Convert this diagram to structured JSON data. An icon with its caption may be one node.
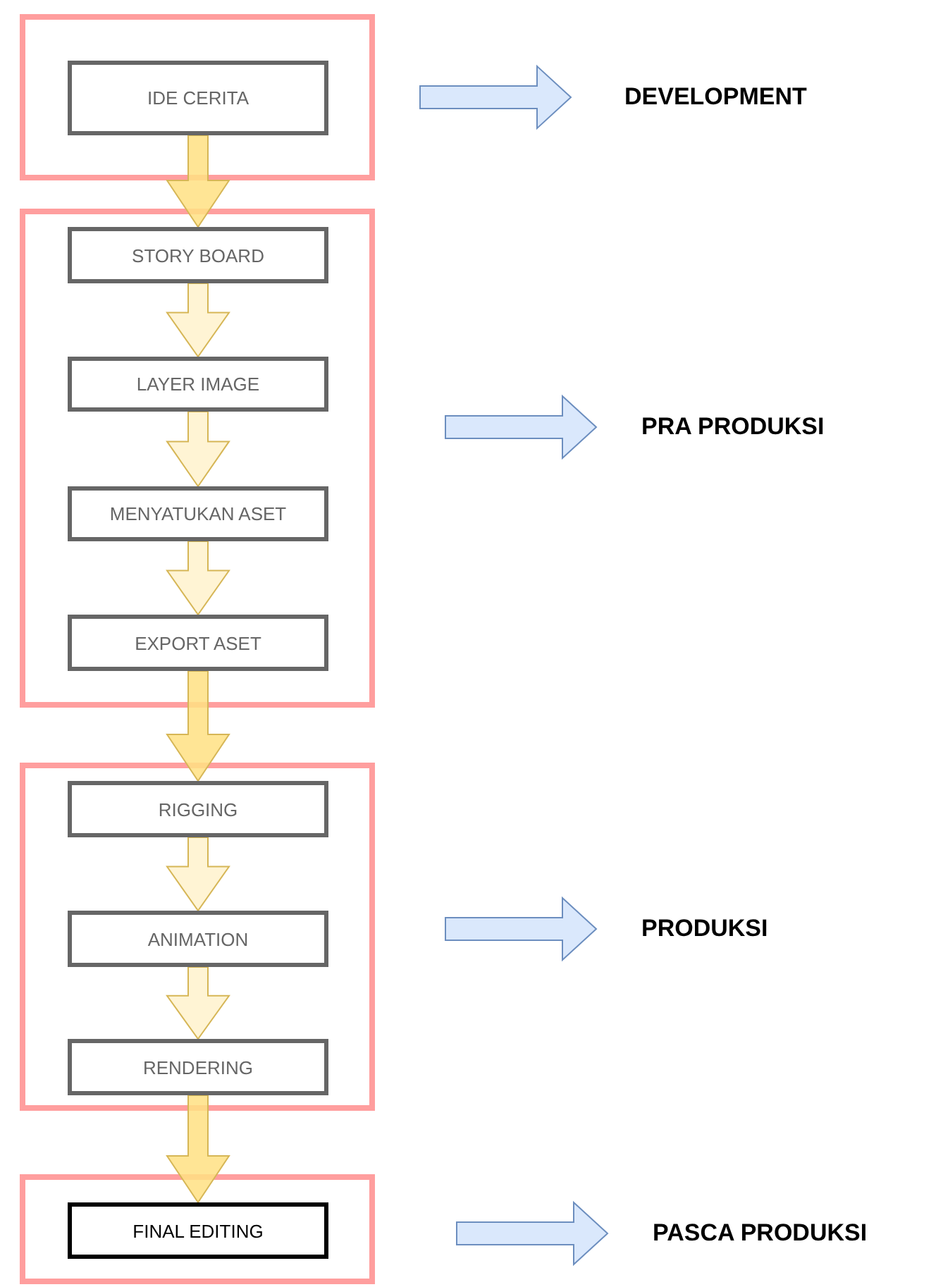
{
  "diagram": {
    "nodes": [
      {
        "text": [],
        "shape": "box"
      },
      {
        "text": [
          "IDE CERITA"
        ],
        "in": 0
      },
      {
        "text": [],
        "shape": "box"
      },
      {
        "text": [
          "STORY BOARD"
        ],
        "in": 2
      },
      {
        "text": [
          "LAYER IMAGE"
        ],
        "in": 2
      },
      {
        "text": [
          "MENYATUKAN ASET"
        ],
        "in": 2
      },
      {
        "text": [
          "EXPORT ASET"
        ],
        "in": 2
      },
      {
        "text": [],
        "shape": "box"
      },
      {
        "text": [
          "RIGGING"
        ],
        "in": 7
      },
      {
        "text": [
          "ANIMATION"
        ],
        "in": 7
      },
      {
        "text": [
          "RENDERING"
        ],
        "in": 7
      },
      {
        "text": [],
        "shape": "box"
      },
      {
        "text": [
          "FINAL EDITING"
        ],
        "in": 11
      },
      {
        "text": [
          "DEVELOPMENT"
        ]
      },
      {
        "text": [
          "PRA PRODUKSI"
        ]
      },
      {
        "text": [
          "PRODUKSI"
        ]
      },
      {
        "text": [
          "PASCA PRODUKSI"
        ]
      }
    ],
    "edges": [
      {
        "from": 1,
        "to": 3,
        "arrow": "to",
        "color": "#ffe083"
      },
      {
        "from": 3,
        "to": 4,
        "arrow": "to"
      },
      {
        "from": 4,
        "to": 5,
        "arrow": "to"
      },
      {
        "from": 5,
        "to": 6,
        "arrow": "to"
      },
      {
        "from": 6,
        "to": 8,
        "arrow": "to",
        "color": "#ffe083"
      },
      {
        "from": 8,
        "to": 9,
        "arrow": "to"
      },
      {
        "from": 9,
        "to": 10,
        "arrow": "to"
      },
      {
        "from": 10,
        "to": 12,
        "arrow": "to",
        "color": "#ffe083"
      },
      {
        "from": 0,
        "to": 13,
        "arrow": "to",
        "color": "#dae8fc"
      },
      {
        "from": 2,
        "to": 14,
        "arrow": "to",
        "color": "#dae8fc"
      },
      {
        "from": 7,
        "to": 15,
        "arrow": "to",
        "color": "#dae8fc"
      },
      {
        "from": 11,
        "to": 16,
        "arrow": "to",
        "color": "#dae8fc"
      }
    ]
  }
}
